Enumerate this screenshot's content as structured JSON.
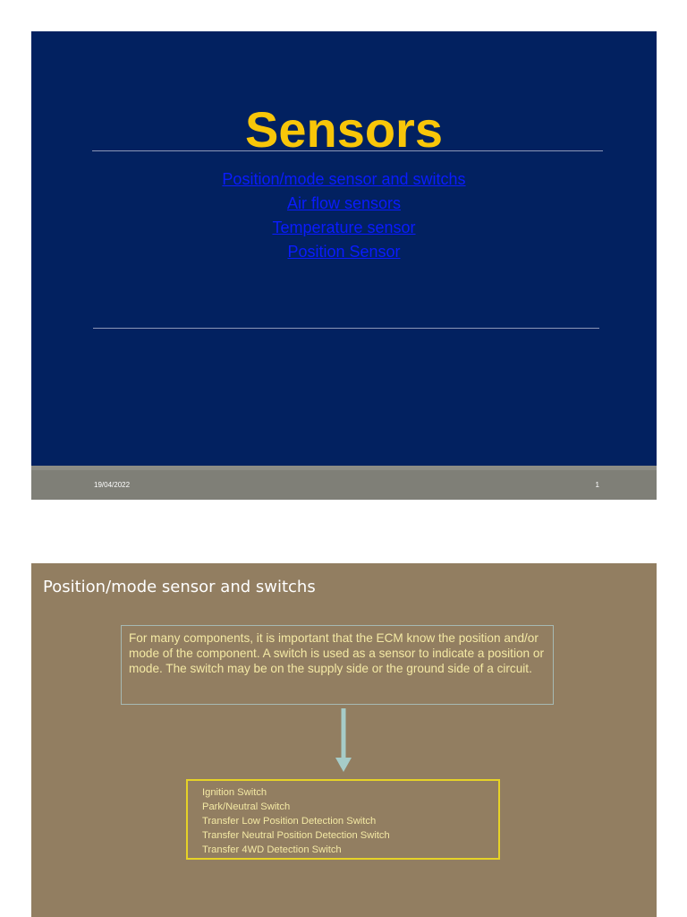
{
  "slide1": {
    "title": "Sensors",
    "links": [
      "Position/mode sensor and switchs",
      "Air flow sensors",
      "Temperature sensor",
      "Position Sensor"
    ],
    "footer": {
      "date": "19/04/2022",
      "page_number": "1"
    },
    "colors": {
      "background": "#022160",
      "title": "#f8c609",
      "link": "#0a1cff",
      "footer": "#7f7f77"
    }
  },
  "slide2": {
    "heading": "Position/mode sensor and switchs",
    "description": "For many components, it is important that the ECM know the position and/or mode of the component. A switch is used as a sensor to indicate a position or mode. The switch may be on the supply side or the ground side of a circuit.",
    "arrow_icon": "down-arrow-icon",
    "switches": [
      "Ignition Switch",
      "Park/Neutral Switch",
      "Transfer Low Position Detection Switch",
      "Transfer Neutral Position Detection Switch",
      "Transfer 4WD Detection Switch"
    ],
    "colors": {
      "background": "#927e61",
      "text": "#f4e9a4",
      "list_border": "#e6d227",
      "arrow": "#a6ccc8"
    }
  }
}
